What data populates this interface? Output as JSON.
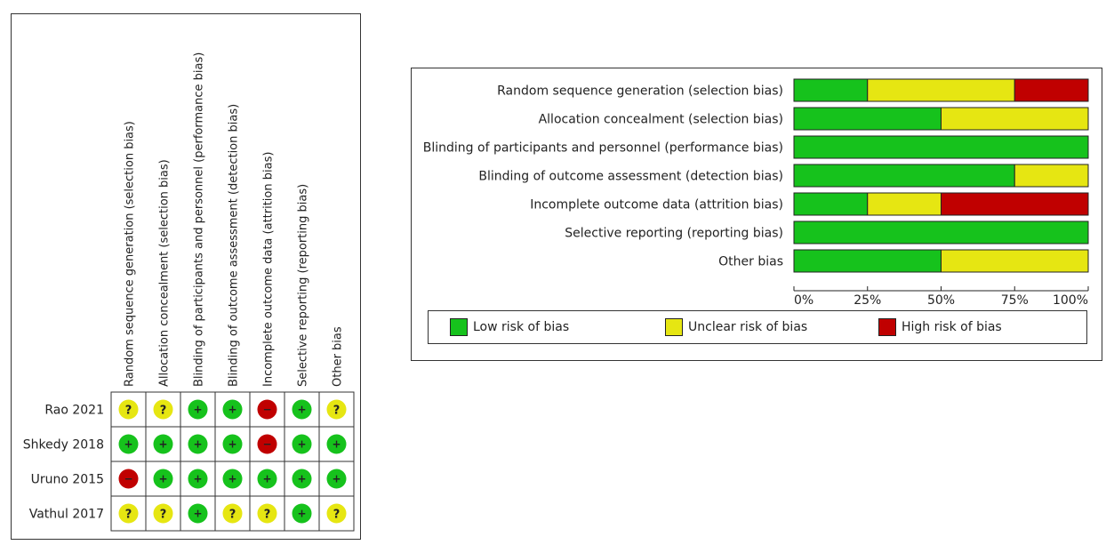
{
  "colors": {
    "low": "#16c21c",
    "unclear": "#e6e612",
    "high": "#c00000"
  },
  "chart_data": [
    {
      "type": "table",
      "domains": [
        "Random sequence generation (selection bias)",
        "Allocation concealment (selection bias)",
        "Blinding of participants and personnel (performance bias)",
        "Blinding of outcome assessment (detection bias)",
        "Incomplete outcome data (attrition bias)",
        "Selective reporting (reporting bias)",
        "Other bias"
      ],
      "studies": [
        {
          "name": "Rao 2021",
          "ratings": [
            "unclear",
            "unclear",
            "low",
            "low",
            "high",
            "low",
            "unclear"
          ]
        },
        {
          "name": "Shkedy 2018",
          "ratings": [
            "low",
            "low",
            "low",
            "low",
            "high",
            "low",
            "low"
          ]
        },
        {
          "name": "Uruno 2015",
          "ratings": [
            "high",
            "low",
            "low",
            "low",
            "low",
            "low",
            "low"
          ]
        },
        {
          "name": "Vathul 2017",
          "ratings": [
            "unclear",
            "unclear",
            "low",
            "unclear",
            "unclear",
            "low",
            "unclear"
          ]
        }
      ],
      "symbols": {
        "low": "+",
        "unclear": "?",
        "high": "−"
      }
    },
    {
      "type": "bar",
      "categories": [
        "Random sequence generation (selection bias)",
        "Allocation concealment (selection bias)",
        "Blinding of participants and personnel (performance bias)",
        "Blinding of outcome assessment (detection bias)",
        "Incomplete outcome data (attrition bias)",
        "Selective reporting (reporting bias)",
        "Other bias"
      ],
      "series": [
        {
          "name": "Low risk of bias",
          "values": [
            25,
            50,
            100,
            75,
            25,
            100,
            50
          ]
        },
        {
          "name": "Unclear risk of bias",
          "values": [
            50,
            50,
            0,
            25,
            25,
            0,
            50
          ]
        },
        {
          "name": "High risk of bias",
          "values": [
            25,
            0,
            0,
            0,
            50,
            0,
            0
          ]
        }
      ],
      "xlim": [
        0,
        100
      ],
      "xticks": [
        "0%",
        "25%",
        "50%",
        "75%",
        "100%"
      ],
      "stacked": true,
      "legend_position": "bottom"
    }
  ]
}
